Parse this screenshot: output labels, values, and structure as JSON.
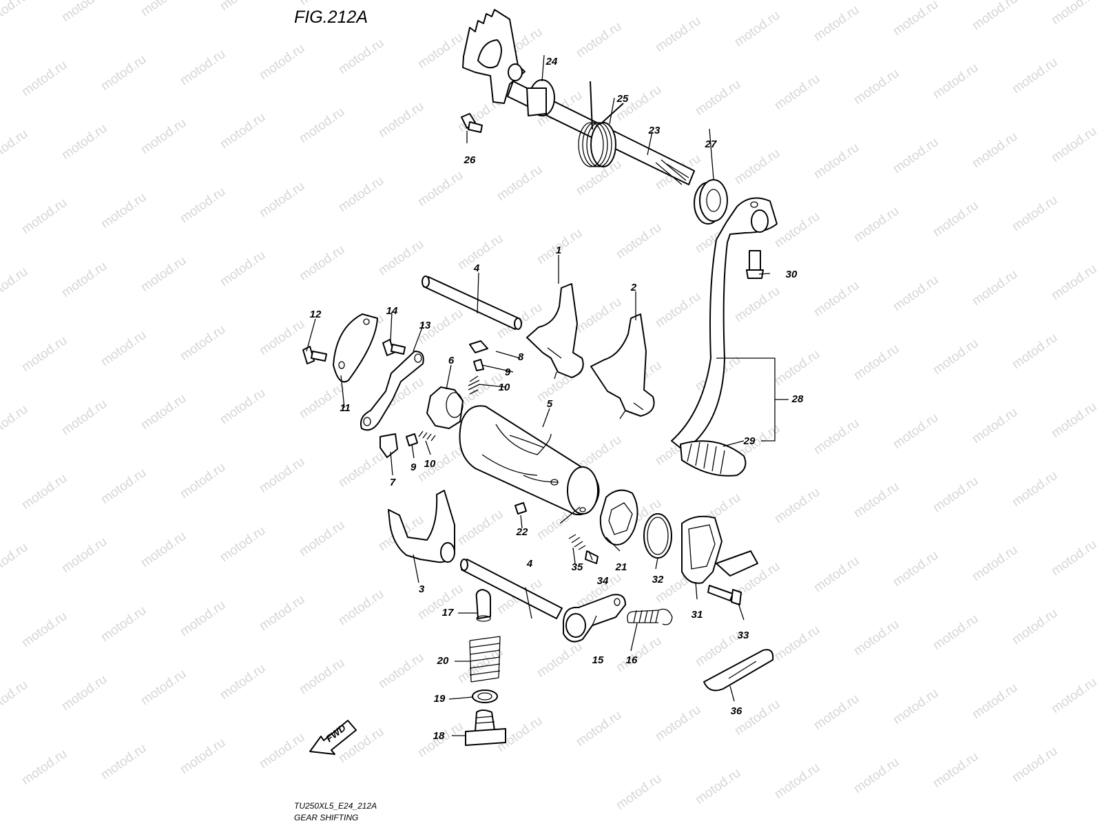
{
  "figure": {
    "title": "FIG.212A",
    "model_code": "TU250XL5_E24_212A",
    "caption": "GEAR SHIFTING",
    "fwd_label": "FWD",
    "watermark": "motod.ru"
  },
  "callouts": [
    "1",
    "2",
    "3",
    "4",
    "5",
    "6",
    "7",
    "8",
    "9",
    "10",
    "11",
    "12",
    "13",
    "14",
    "15",
    "16",
    "17",
    "18",
    "19",
    "20",
    "21",
    "22",
    "23",
    "24",
    "25",
    "26",
    "27",
    "28",
    "29",
    "30",
    "31",
    "32",
    "33",
    "34",
    "35",
    "36"
  ],
  "colors": {
    "line": "#000000",
    "watermark": "#d6d6d6",
    "background": "#ffffff"
  }
}
